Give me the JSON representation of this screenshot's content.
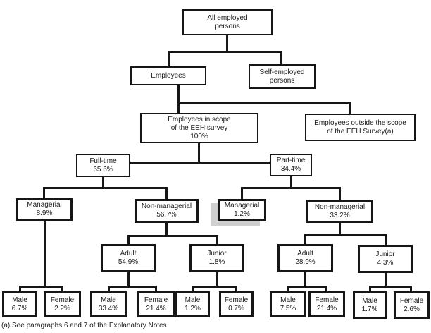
{
  "diagram": {
    "type": "hierarchy-flowchart",
    "nodes": {
      "all_employed": {
        "lines": [
          "All employed",
          "persons"
        ]
      },
      "employees": {
        "lines": [
          "Employees"
        ]
      },
      "self_employed": {
        "lines": [
          "Self-employed",
          "persons"
        ]
      },
      "in_scope": {
        "lines": [
          "Employees in scope",
          "of the EEH survey",
          "100%"
        ]
      },
      "out_scope": {
        "lines": [
          "Employees outside the scope",
          "of the EEH Survey(a)"
        ]
      },
      "full_time": {
        "lines": [
          "Full-time",
          "65.6%"
        ]
      },
      "part_time": {
        "lines": [
          "Part-time",
          "34.4%"
        ]
      },
      "ft_managerial": {
        "lines": [
          "Managerial",
          "8.9%"
        ]
      },
      "ft_non_managerial": {
        "lines": [
          "Non-managerial",
          "56.7%"
        ]
      },
      "pt_managerial": {
        "lines": [
          "Managerial",
          "1.2%"
        ]
      },
      "pt_non_managerial": {
        "lines": [
          "Non-managerial",
          "33.2%"
        ]
      },
      "ft_adult": {
        "lines": [
          "Adult",
          "54.9%"
        ]
      },
      "ft_junior": {
        "lines": [
          "Junior",
          "1.8%"
        ]
      },
      "pt_adult": {
        "lines": [
          "Adult",
          "28.9%"
        ]
      },
      "pt_junior": {
        "lines": [
          "Junior",
          "4.3%"
        ]
      },
      "ft_managerial_male": {
        "lines": [
          "Male",
          "6.7%"
        ]
      },
      "ft_managerial_female": {
        "lines": [
          "Female",
          "2.2%"
        ]
      },
      "ft_adult_male": {
        "lines": [
          "Male",
          "33.4%"
        ]
      },
      "ft_adult_female": {
        "lines": [
          "Female",
          "21.4%"
        ]
      },
      "ft_junior_male": {
        "lines": [
          "Male",
          "1.2%"
        ]
      },
      "ft_junior_female": {
        "lines": [
          "Female",
          "0.7%"
        ]
      },
      "pt_adult_male": {
        "lines": [
          "Male",
          "7.5%"
        ]
      },
      "pt_adult_female": {
        "lines": [
          "Female",
          "21.4%"
        ]
      },
      "pt_junior_male": {
        "lines": [
          "Male",
          "1.7%"
        ]
      },
      "pt_junior_female": {
        "lines": [
          "Female",
          "2.6%"
        ]
      }
    },
    "edges": [
      [
        "all_employed",
        "employees"
      ],
      [
        "all_employed",
        "self_employed"
      ],
      [
        "employees",
        "in_scope"
      ],
      [
        "employees",
        "out_scope"
      ],
      [
        "in_scope",
        "full_time"
      ],
      [
        "in_scope",
        "part_time"
      ],
      [
        "full_time",
        "ft_managerial"
      ],
      [
        "full_time",
        "ft_non_managerial"
      ],
      [
        "part_time",
        "pt_managerial"
      ],
      [
        "part_time",
        "pt_non_managerial"
      ],
      [
        "ft_non_managerial",
        "ft_adult"
      ],
      [
        "ft_non_managerial",
        "ft_junior"
      ],
      [
        "pt_non_managerial",
        "pt_adult"
      ],
      [
        "pt_non_managerial",
        "pt_junior"
      ],
      [
        "ft_managerial",
        "ft_managerial_male"
      ],
      [
        "ft_managerial",
        "ft_managerial_female"
      ],
      [
        "ft_adult",
        "ft_adult_male"
      ],
      [
        "ft_adult",
        "ft_adult_female"
      ],
      [
        "ft_junior",
        "ft_junior_male"
      ],
      [
        "ft_junior",
        "ft_junior_female"
      ],
      [
        "pt_adult",
        "pt_adult_male"
      ],
      [
        "pt_adult",
        "pt_adult_female"
      ],
      [
        "pt_junior",
        "pt_junior_male"
      ],
      [
        "pt_junior",
        "pt_junior_female"
      ]
    ],
    "footnote": "(a) See paragraphs 6 and 7 of the Explanatory Notes.",
    "colors": {
      "line": "#161616",
      "box_border": "#161616",
      "background": "#ffffff",
      "artifact_shadow": "#cfcfcf"
    }
  }
}
